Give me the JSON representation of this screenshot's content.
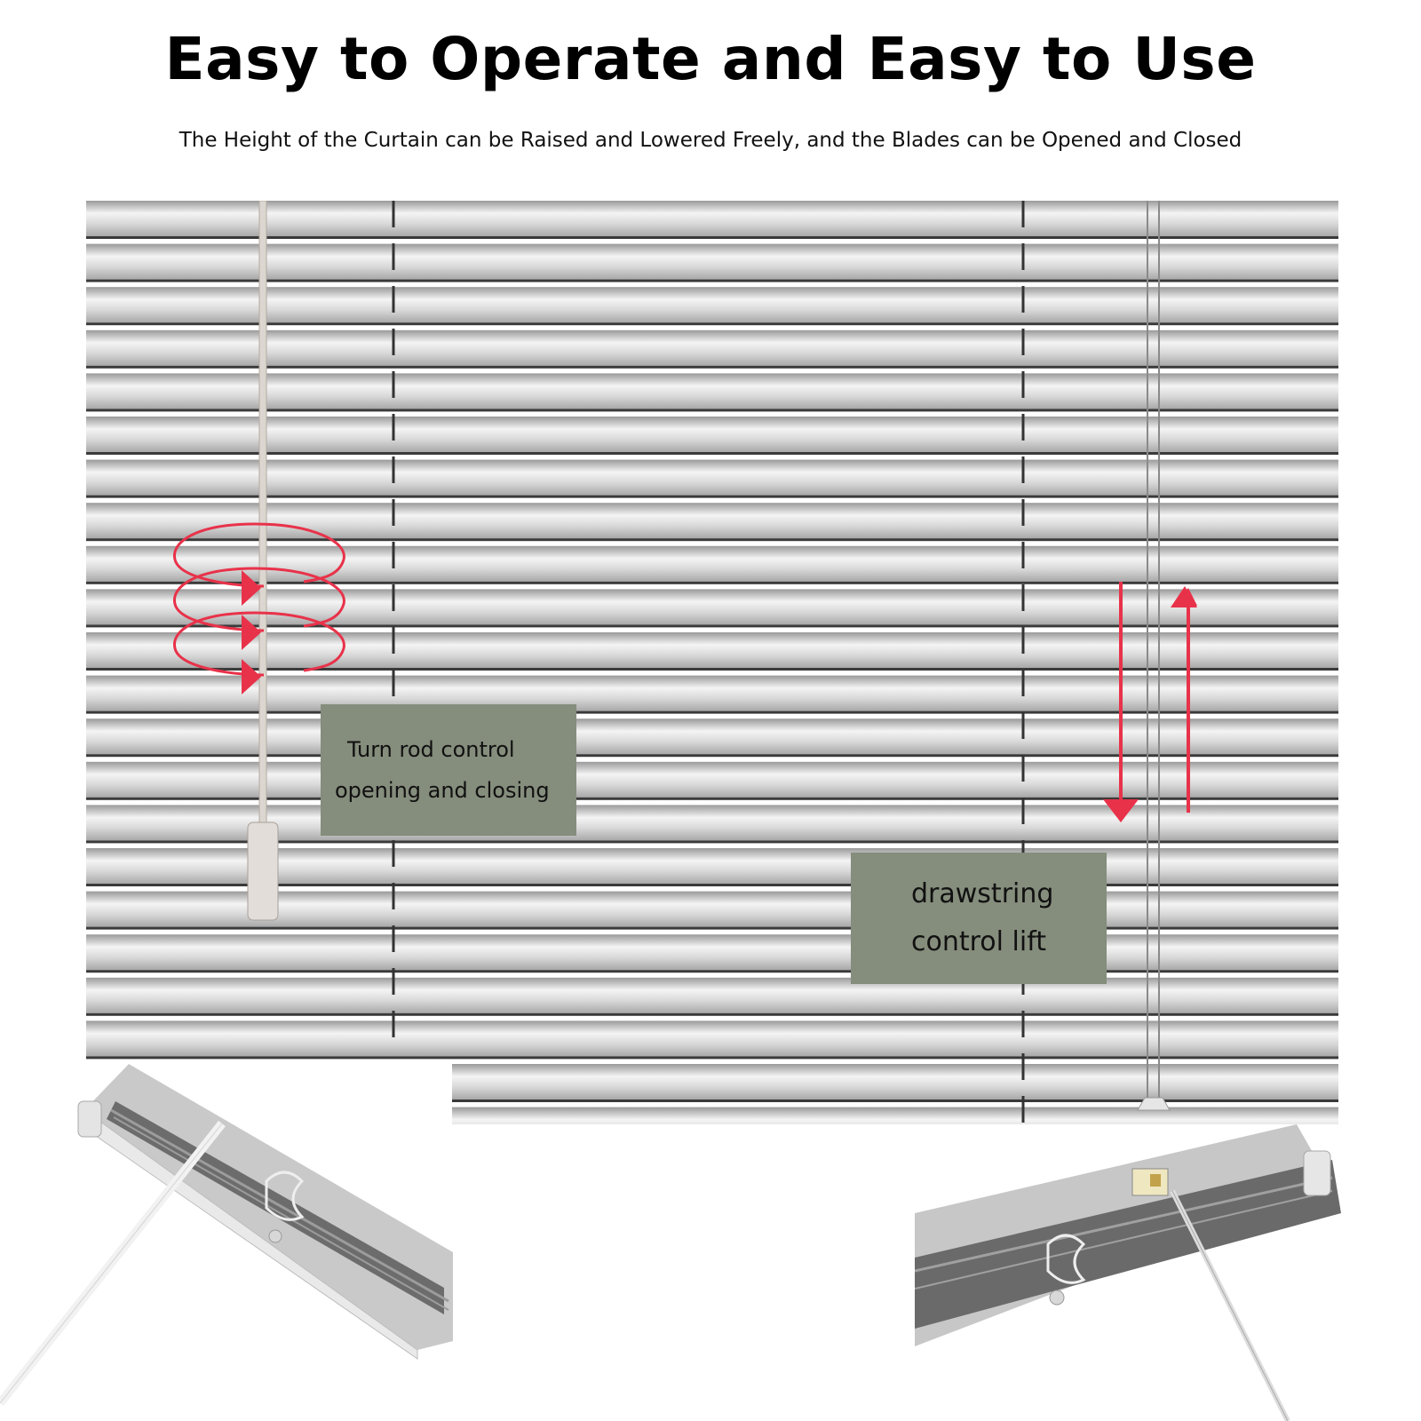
{
  "header": {
    "title": "Easy to Operate and Easy to Use",
    "subtitle": "The Height of the Curtain can be Raised and Lowered Freely, and the Blades can be Opened and Closed"
  },
  "callouts": {
    "turn_rod": [
      "Turn rod control",
      "opening and closing"
    ],
    "drawstring": [
      "drawstring",
      "control lift"
    ]
  },
  "icons": {
    "rotate": "rotate-arrows-icon",
    "lift": "up-down-arrows-icon"
  },
  "colors": {
    "slat": "#c6c6c6",
    "slat_highlight": "#f4f4f4",
    "slat_shadow": "#3a3a3a",
    "callout_bg": "#858d7c",
    "arrow": "#e8324a"
  }
}
